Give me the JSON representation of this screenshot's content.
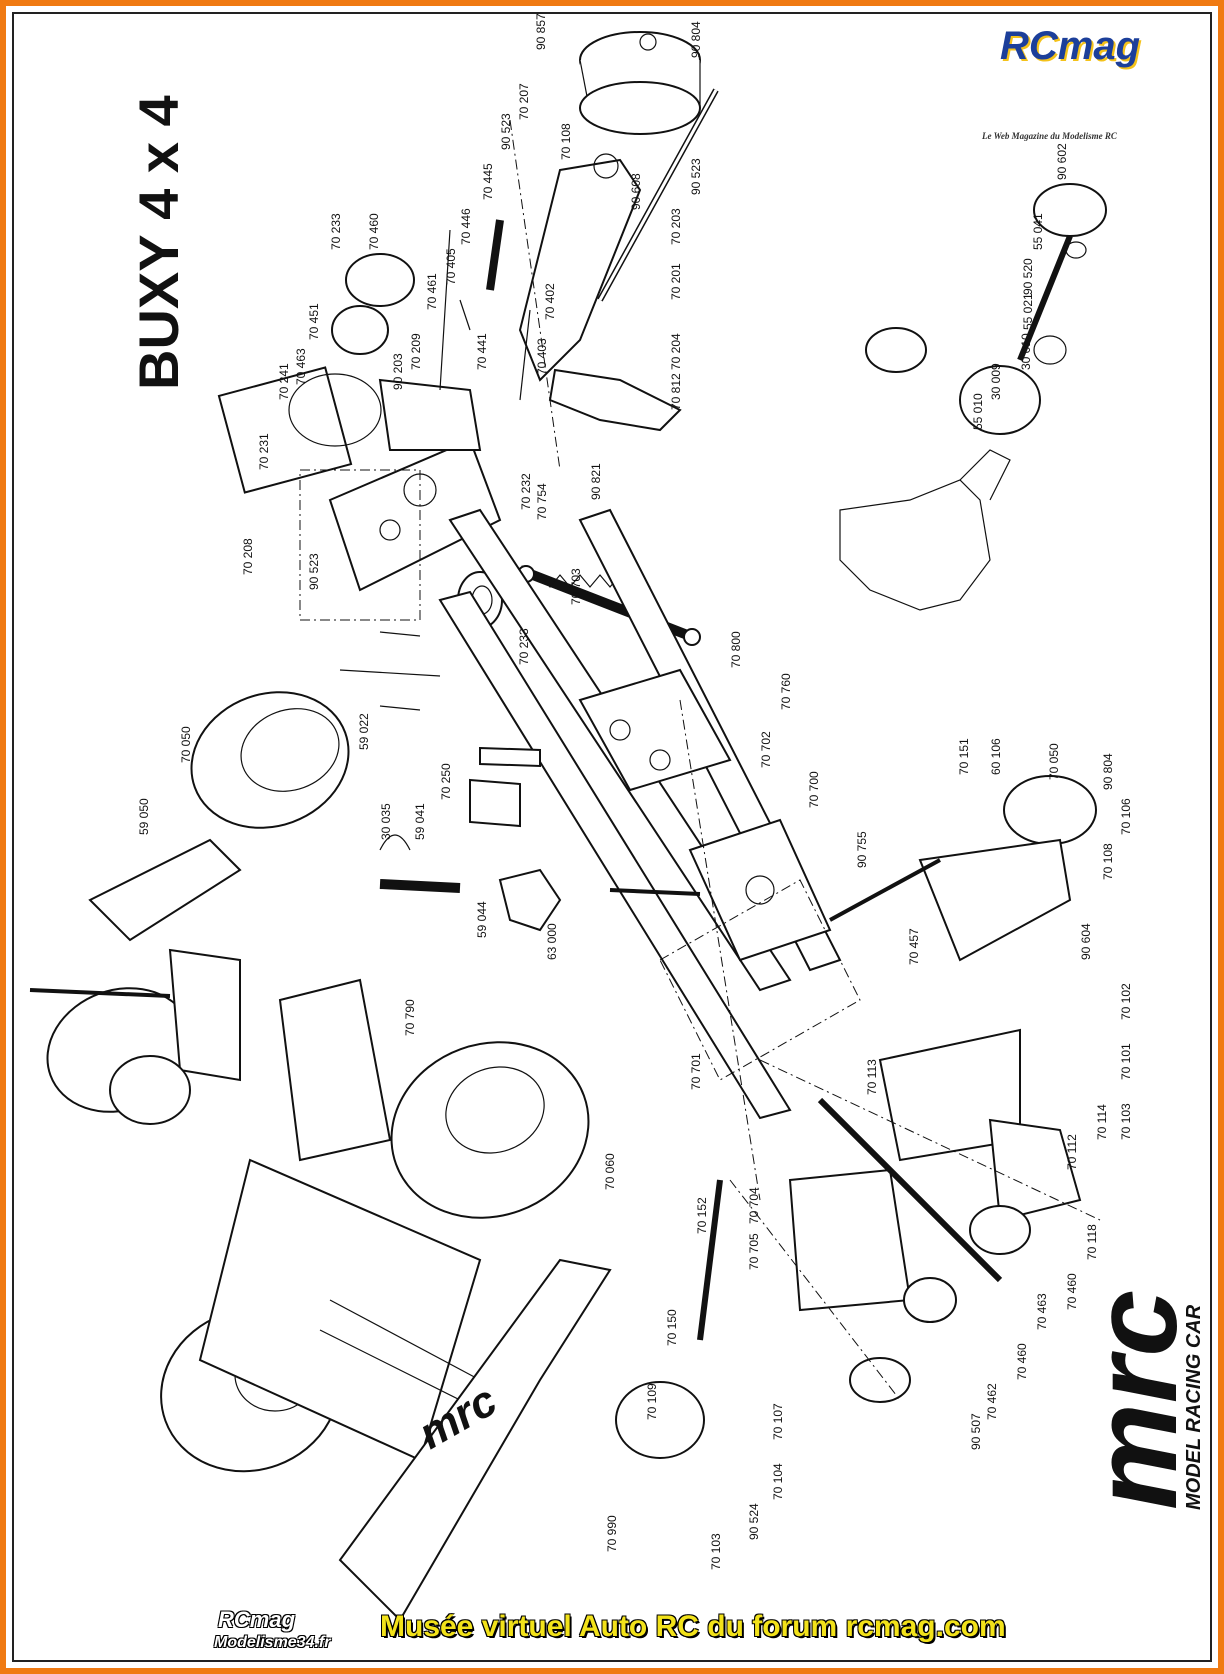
{
  "title": "BUXY  4 x 4",
  "header_logo": {
    "text": "RCmag",
    "tagline": "Le Web Magazine du Modelisme RC"
  },
  "brand_mark": {
    "logo": "mrc",
    "text": "MODEL RACING CAR"
  },
  "chassis_logo": "mrc",
  "footer": {
    "logo_top": "RCmag",
    "logo_bottom": "Modelisme34.fr",
    "caption": "Musée virtuel Auto RC du forum rcmag.com"
  },
  "colors": {
    "frame": "#f07a12",
    "footer_text": "#f2e21a",
    "logo_blue": "#1c3f9a",
    "ink": "#111111"
  },
  "part_labels": [
    "90 857",
    "90 804",
    "70 207",
    "90 523",
    "70 108",
    "90 608",
    "90 523",
    "70 203",
    "70 201",
    "70 445",
    "70 446",
    "70 405",
    "70 460",
    "70 233",
    "70 451",
    "70 463",
    "70 241",
    "70 461",
    "70 209",
    "90 203",
    "70 402",
    "70 441",
    "70 403",
    "70 204",
    "70 812",
    "90 821",
    "70 232",
    "70 754",
    "70 231",
    "70 208",
    "90 523",
    "70 703",
    "70 233",
    "70 800",
    "70 760",
    "59 022",
    "70 702",
    "70 250",
    "70 700",
    "30 035",
    "59 041",
    "90 755",
    "59 044",
    "63 000",
    "70 701",
    "70 050",
    "59 050",
    "70 790",
    "70 060",
    "70 152",
    "70 704",
    "70 705",
    "70 150",
    "70 109",
    "70 990",
    "70 103",
    "90 524",
    "70 104",
    "70 107",
    "70 151",
    "60 106",
    "70 050",
    "90 804",
    "70 106",
    "70 108",
    "70 457",
    "90 604",
    "70 102",
    "70 101",
    "70 103",
    "70 113",
    "70 114",
    "70 112",
    "70 118",
    "70 460",
    "70 463",
    "70 460",
    "70 462",
    "90 507",
    "90 602",
    "55 041",
    "90 520",
    "55 021",
    "30 010",
    "30 009",
    "55 010"
  ]
}
